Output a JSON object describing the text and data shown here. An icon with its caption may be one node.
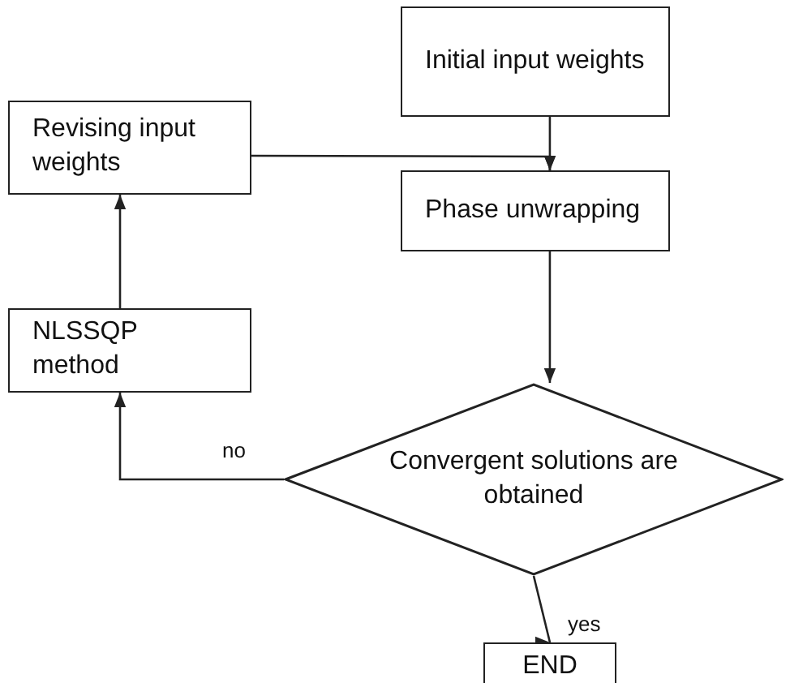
{
  "diagram": {
    "nodes": [
      {
        "text": [
          "Initial input weights"
        ]
      },
      {
        "text": [
          "Revising input weights"
        ]
      },
      {
        "text": [
          "Phase unwrapping"
        ]
      },
      {
        "text": [
          "NLSSQP method"
        ]
      },
      {
        "text": [
          "Convergent solutions are obtained"
        ]
      },
      {
        "text": [
          "END"
        ]
      }
    ],
    "edges": [
      {
        "from": 0,
        "to": 2,
        "arrow": "to"
      },
      {
        "from": 1,
        "to": 2,
        "arrow": "to"
      },
      {
        "from": 2,
        "to": 4,
        "arrow": "to"
      },
      {
        "from": 4,
        "to": 3,
        "arrow": "to",
        "label": "no"
      },
      {
        "from": 3,
        "to": 1,
        "arrow": "to"
      },
      {
        "from": 4,
        "to": 5,
        "arrow": "to",
        "label": "yes"
      }
    ]
  }
}
